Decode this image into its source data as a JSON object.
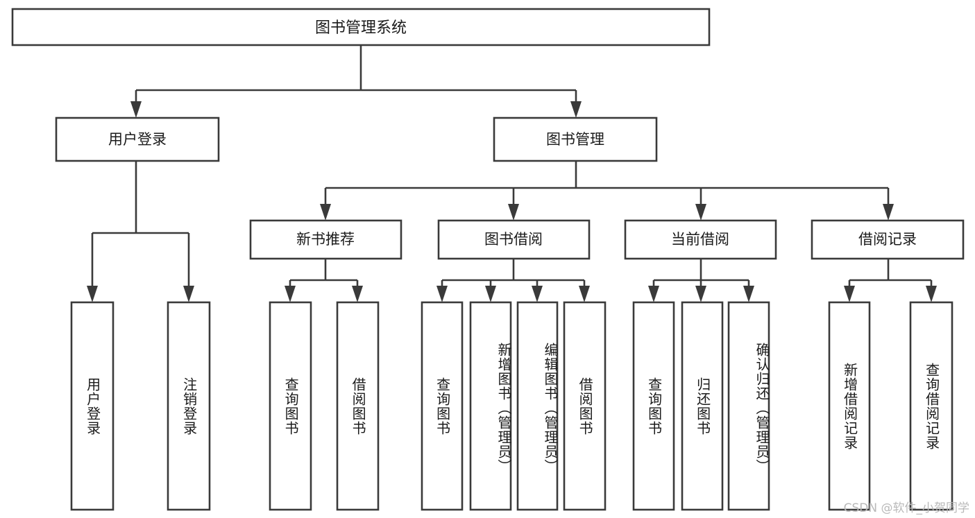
{
  "diagram": {
    "title": "图书管理系统",
    "type": "tree-hierarchy-chart",
    "colors": {
      "box_stroke": "#3a3a3a",
      "box_fill": "#ffffff",
      "text": "#1a1a1a",
      "background": "#ffffff",
      "watermark": "#b9b9b9"
    },
    "root": {
      "label": "图书管理系统"
    },
    "level2": [
      {
        "id": "user-login",
        "label": "用户登录"
      },
      {
        "id": "book-manage",
        "label": "图书管理"
      }
    ],
    "level3": [
      {
        "id": "new-book-recommend",
        "label": "新书推荐"
      },
      {
        "id": "book-borrow",
        "label": "图书借阅"
      },
      {
        "id": "current-borrow",
        "label": "当前借阅"
      },
      {
        "id": "borrow-record",
        "label": "借阅记录"
      }
    ],
    "leaves": {
      "user_login": [
        {
          "id": "leaf-user-login",
          "label": "用户登录"
        },
        {
          "id": "leaf-logout-login",
          "label": "注销登录"
        }
      ],
      "new_book_recommend": [
        {
          "id": "leaf-query-book-1",
          "label": "查询图书"
        },
        {
          "id": "leaf-borrow-book-1",
          "label": "借阅图书"
        }
      ],
      "book_borrow": [
        {
          "id": "leaf-query-book-2",
          "label": "查询图书"
        },
        {
          "id": "leaf-add-book",
          "label": "新增图书（管理员）"
        },
        {
          "id": "leaf-edit-book",
          "label": "编辑图书（管理员）"
        },
        {
          "id": "leaf-borrow-book-2",
          "label": "借阅图书"
        }
      ],
      "current_borrow": [
        {
          "id": "leaf-query-book-3",
          "label": "查询图书"
        },
        {
          "id": "leaf-return-book",
          "label": "归还图书"
        },
        {
          "id": "leaf-confirm-return",
          "label": "确认归还（管理员）"
        }
      ],
      "borrow_record": [
        {
          "id": "leaf-add-record",
          "label": "新增借阅记录"
        },
        {
          "id": "leaf-query-record",
          "label": "查询借阅记录"
        }
      ]
    }
  },
  "watermark": {
    "text": "CSDN @软件_小贺同学"
  }
}
